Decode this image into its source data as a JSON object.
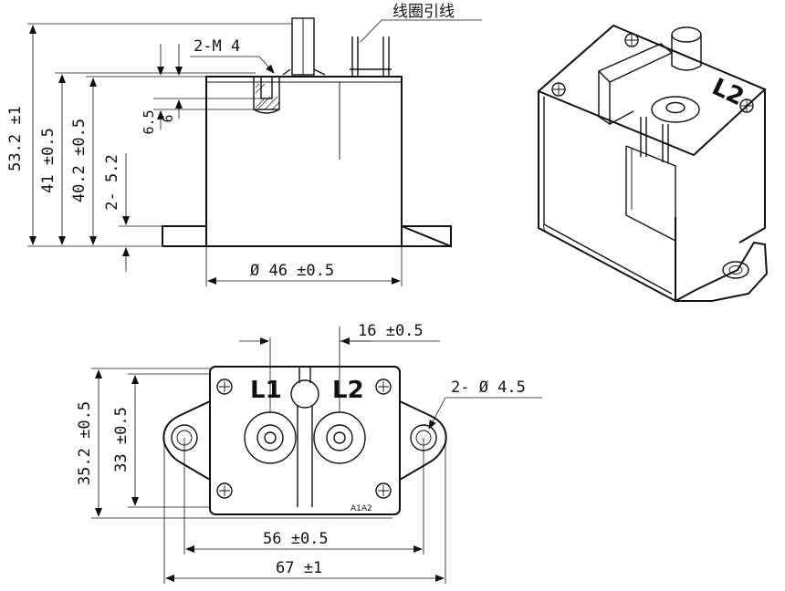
{
  "labels": {
    "coil_lead": "线圈引线",
    "terminal_l1": "L1",
    "terminal_l2": "L2",
    "terminal_l2_iso": "L2",
    "coil_marking": "A1A2"
  },
  "dimensions": {
    "overall_height": "53.2 ±1",
    "body_height": "41 ±0.5",
    "top_height": "40.2 ±0.5",
    "flange_thickness": "2- 5.2",
    "thread_depth_outer": "6.5",
    "thread_depth_inner": "6",
    "thread_spec": "2-M 4",
    "body_diameter": "Ø 46 ±0.5",
    "terminal_spacing": "16 ±0.5",
    "mount_hole": "2- Ø 4.5",
    "base_depth": "35.2 ±0.5",
    "body_depth": "33 ±0.5",
    "hole_spacing": "56 ±0.5",
    "overall_width": "67 ±1"
  },
  "colors": {
    "line": "#111111",
    "background": "#ffffff"
  }
}
